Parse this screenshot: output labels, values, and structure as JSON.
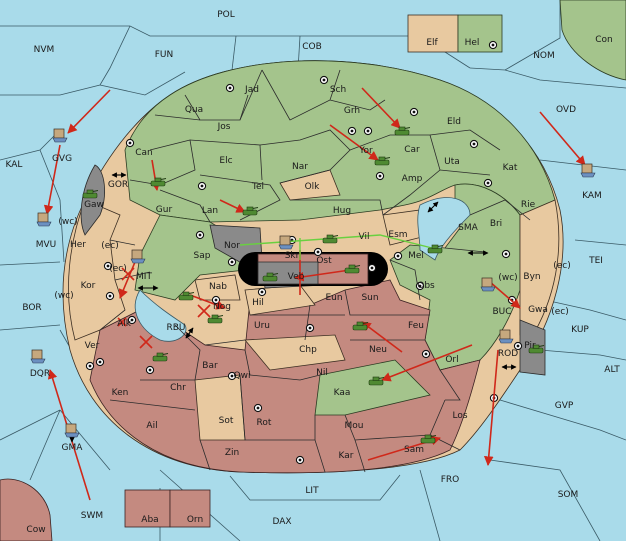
{
  "map": {
    "water_labels": [
      {
        "id": "pol",
        "text": "POL"
      },
      {
        "id": "nvm",
        "text": "NVM"
      },
      {
        "id": "fun",
        "text": "FUN"
      },
      {
        "id": "cob",
        "text": "COB"
      },
      {
        "id": "nom",
        "text": "NOM"
      },
      {
        "id": "con",
        "text": "Con"
      },
      {
        "id": "ovd",
        "text": "OVD"
      },
      {
        "id": "kal",
        "text": "KAL"
      },
      {
        "id": "kam",
        "text": "KAM"
      },
      {
        "id": "tei",
        "text": "TEI"
      },
      {
        "id": "sma",
        "text": "SMA"
      },
      {
        "id": "gor",
        "text": "GOR"
      },
      {
        "id": "mvu",
        "text": "MVU"
      },
      {
        "id": "mit",
        "text": "MIT"
      },
      {
        "id": "bor",
        "text": "BOR"
      },
      {
        "id": "rbu",
        "text": "RBU"
      },
      {
        "id": "buc",
        "text": "BUC"
      },
      {
        "id": "kup",
        "text": "KUP"
      },
      {
        "id": "rod",
        "text": "ROD"
      },
      {
        "id": "alt",
        "text": "ALT"
      },
      {
        "id": "dqr",
        "text": "DQR"
      },
      {
        "id": "gvp",
        "text": "GVP"
      },
      {
        "id": "gma",
        "text": "GMA"
      },
      {
        "id": "fro",
        "text": "FRO"
      },
      {
        "id": "som",
        "text": "SOM"
      },
      {
        "id": "lit",
        "text": "LIT"
      },
      {
        "id": "swm",
        "text": "SWM"
      },
      {
        "id": "dax",
        "text": "DAX"
      },
      {
        "id": "gvg",
        "text": "GVG"
      },
      {
        "id": "cow",
        "text": "Cow"
      }
    ],
    "land_labels": [
      {
        "id": "elf",
        "text": "Elf"
      },
      {
        "id": "hel",
        "text": "Hel"
      },
      {
        "id": "jad",
        "text": "Jad"
      },
      {
        "id": "sch",
        "text": "Sch"
      },
      {
        "id": "qua",
        "text": "Qua"
      },
      {
        "id": "jos",
        "text": "Jos"
      },
      {
        "id": "grh",
        "text": "Grh"
      },
      {
        "id": "eld",
        "text": "Eld"
      },
      {
        "id": "can",
        "text": "Can"
      },
      {
        "id": "car",
        "text": "Car"
      },
      {
        "id": "yor",
        "text": "Yor"
      },
      {
        "id": "uta",
        "text": "Uta"
      },
      {
        "id": "elc",
        "text": "Elc"
      },
      {
        "id": "nar",
        "text": "Nar"
      },
      {
        "id": "kat",
        "text": "Kat"
      },
      {
        "id": "amp",
        "text": "Amp"
      },
      {
        "id": "tel",
        "text": "Tel"
      },
      {
        "id": "olk",
        "text": "Olk"
      },
      {
        "id": "gaw",
        "text": "Gaw"
      },
      {
        "id": "gur",
        "text": "Gur"
      },
      {
        "id": "rie",
        "text": "Rie"
      },
      {
        "id": "lan",
        "text": "Lan"
      },
      {
        "id": "hug",
        "text": "Hug"
      },
      {
        "id": "bri",
        "text": "Bri"
      },
      {
        "id": "esm",
        "text": "Esm"
      },
      {
        "id": "her",
        "text": "Her"
      },
      {
        "id": "nor",
        "text": "Nor"
      },
      {
        "id": "vil",
        "text": "Vil"
      },
      {
        "id": "mel",
        "text": "Mel"
      },
      {
        "id": "sap",
        "text": "Sap"
      },
      {
        "id": "skr",
        "text": "Skr"
      },
      {
        "id": "ost",
        "text": "Ost"
      },
      {
        "id": "byn",
        "text": "Byn"
      },
      {
        "id": "kor",
        "text": "Kor"
      },
      {
        "id": "veb",
        "text": "Veb"
      },
      {
        "id": "nab",
        "text": "Nab"
      },
      {
        "id": "eun",
        "text": "Eun"
      },
      {
        "id": "sun",
        "text": "Sun"
      },
      {
        "id": "obs",
        "text": "Obs"
      },
      {
        "id": "gwa",
        "text": "Gwa"
      },
      {
        "id": "hil",
        "text": "Hil"
      },
      {
        "id": "nog",
        "text": "Nog"
      },
      {
        "id": "pir",
        "text": "Pir"
      },
      {
        "id": "alk",
        "text": "Alk"
      },
      {
        "id": "uru",
        "text": "Uru"
      },
      {
        "id": "feu",
        "text": "Feu"
      },
      {
        "id": "ver",
        "text": "Ver"
      },
      {
        "id": "chp",
        "text": "Chp"
      },
      {
        "id": "neu",
        "text": "Neu"
      },
      {
        "id": "orl",
        "text": "Orl"
      },
      {
        "id": "bar",
        "text": "Bar"
      },
      {
        "id": "qwi",
        "text": "Qwi"
      },
      {
        "id": "nil",
        "text": "Nil"
      },
      {
        "id": "ken",
        "text": "Ken"
      },
      {
        "id": "chr",
        "text": "Chr"
      },
      {
        "id": "kaa",
        "text": "Kaa"
      },
      {
        "id": "sot",
        "text": "Sot"
      },
      {
        "id": "rot",
        "text": "Rot"
      },
      {
        "id": "los",
        "text": "Los"
      },
      {
        "id": "ail",
        "text": "Ail"
      },
      {
        "id": "mou",
        "text": "Mou"
      },
      {
        "id": "zin",
        "text": "Zin"
      },
      {
        "id": "kar",
        "text": "Kar"
      },
      {
        "id": "sam",
        "text": "Sam"
      },
      {
        "id": "aba",
        "text": "Aba"
      },
      {
        "id": "orn",
        "text": "Orn"
      }
    ],
    "coast_labels": [
      {
        "id": "gaw-wc",
        "text": "(wc)"
      },
      {
        "id": "her-ec",
        "text": "(ec)"
      },
      {
        "id": "kor-ec",
        "text": "(ec)"
      },
      {
        "id": "kor-wc",
        "text": "(wc)"
      },
      {
        "id": "byn-ec",
        "text": "(ec)"
      },
      {
        "id": "byn-wc",
        "text": "(wc)"
      },
      {
        "id": "gwa-ec",
        "text": "(ec)"
      }
    ],
    "colors": {
      "water": "#a9dbea",
      "green_power": "#a4c48c",
      "tan_power": "#e8c9a0",
      "rose_power": "#c48a80",
      "neutral": "#8a8a8a",
      "move_order": "#d0281a",
      "support_order": "#69d040"
    },
    "unit_icons": {
      "army": "tank-icon",
      "fleet": "ship-icon",
      "supply_center": "supply-center-icon",
      "failed_order": "x-mark-icon",
      "convoy_link": "double-arrow-icon"
    }
  }
}
